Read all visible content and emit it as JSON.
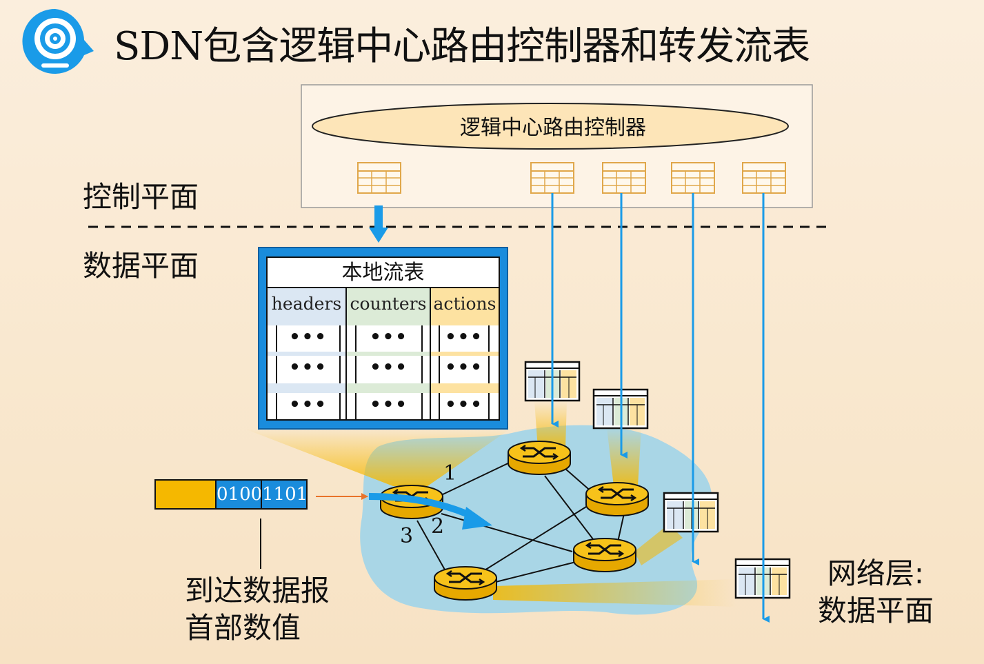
{
  "title": "SDN包含逻辑中心路由控制器和转发流表",
  "icon": "webcam-icon",
  "colors": {
    "accent_blue": "#1a8cdc",
    "router_gold": "#f5b800",
    "network_cloud": "#a9d6e6",
    "headers_col": "#dbe7f3",
    "counters_col": "#dcebd7",
    "actions_col": "#fde2a1"
  },
  "control_plane": {
    "label": "控制平面",
    "controller_label": "逻辑中心路由控制器"
  },
  "data_plane": {
    "label": "数据平面"
  },
  "flow_table": {
    "title": "本地流表",
    "columns": [
      "headers",
      "counters",
      "actions"
    ],
    "rows": [
      [
        "•••",
        "•••",
        "•••"
      ],
      [
        "•••",
        "•••",
        "•••"
      ],
      [
        "•••",
        "•••",
        "•••"
      ]
    ]
  },
  "packet": {
    "fields": [
      "0100",
      "1101"
    ]
  },
  "ports": [
    "1",
    "2",
    "3"
  ],
  "arrival_label": {
    "line1": "到达数据报",
    "line2": "首部数值"
  },
  "network_label": {
    "line1": "网络层:",
    "line2": "数据平面"
  }
}
